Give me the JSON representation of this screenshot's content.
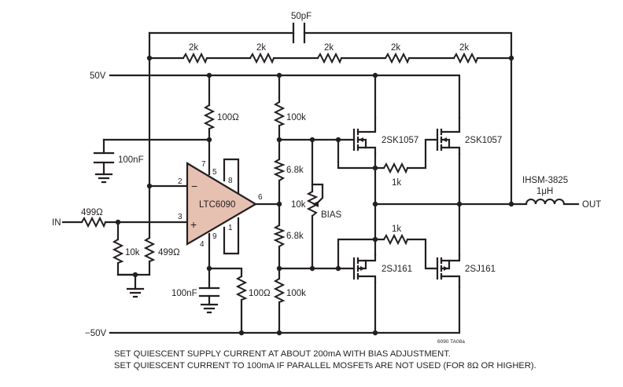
{
  "labels": {
    "c_feedback": "50pF",
    "r_fb1": "2k",
    "r_fb2": "2k",
    "r_fb3": "2k",
    "r_fb4": "2k",
    "r_fb5": "2k",
    "supply_pos": "50V",
    "supply_neg": "−50V",
    "r_top_opamp": "100Ω",
    "r_bias_top": "100k",
    "c_top": "100nF",
    "opamp_part": "LTC6090",
    "pin_7": "7",
    "pin_5": "5",
    "pin_8": "8",
    "pin_2": "2",
    "pin_3": "3",
    "pin_6": "6",
    "pin_4": "4",
    "pin_9": "9",
    "pin_1": "1",
    "minus_sign": "−",
    "plus_sign": "+",
    "r_68k_top": "6.8k",
    "r_pot": "10k",
    "bias": "BIAS",
    "r_68k_bottom": "6.8k",
    "input": "IN",
    "r_in": "499Ω",
    "r_10k": "10k",
    "r_499_gnd": "499Ω",
    "c_bottom": "100nF",
    "r_bottom_opamp": "100Ω",
    "r_bias_bottom": "100k",
    "mosfet_n1": "2SK1057",
    "mosfet_n2": "2SK1057",
    "mosfet_p1": "2SJ161",
    "mosfet_p2": "2SJ161",
    "r_gate_top": "1k",
    "r_gate_bottom": "1k",
    "inductor_part": "IHSM-3825",
    "inductor_value": "1μH",
    "output": "OUT",
    "figure_code": "6090 TA08a"
  },
  "notes": [
    "SET QUIESCENT SUPPLY CURRENT AT ABOUT 200mA WITH BIAS ADJUSTMENT.",
    "SET QUIESCENT CURRENT TO 100mA IF PARALLEL MOSFETs ARE NOT USED (FOR 8Ω OR HIGHER)."
  ]
}
